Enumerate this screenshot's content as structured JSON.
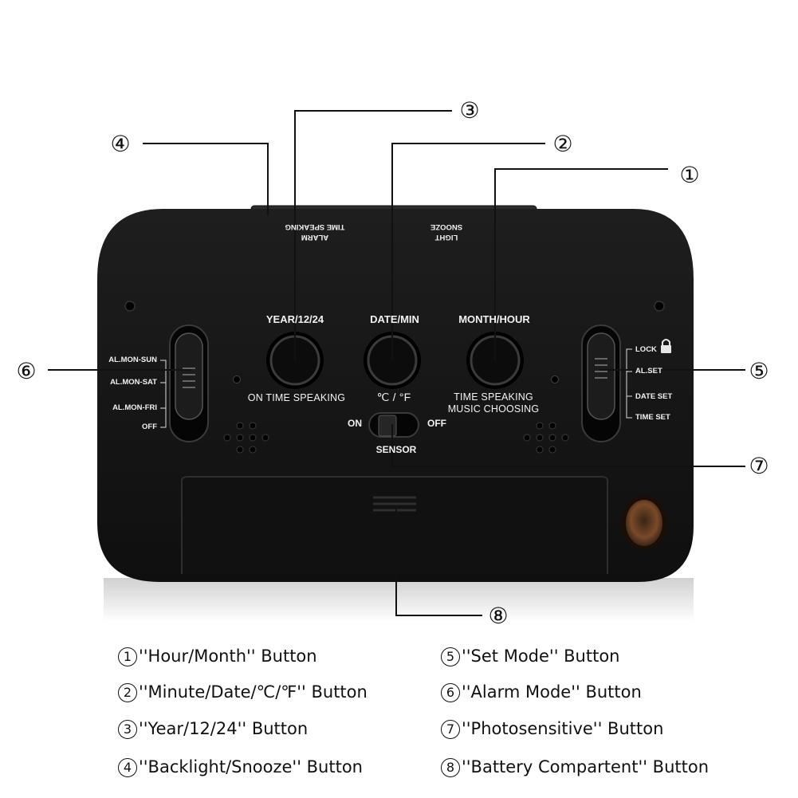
{
  "top_panel": {
    "left_line1": "TIME SPEAKING",
    "left_line2": "ALARM",
    "right_line1": "SNOOZE",
    "right_line2": "LIGHT"
  },
  "buttons": {
    "year_label": "YEAR/12/24",
    "date_label": "DATE/MIN",
    "month_label": "MONTH/HOUR",
    "year_func": "ON TIME SPEAKING",
    "date_func": "℃ / °F",
    "month_func_line1": "TIME SPEAKING",
    "month_func_line2": "MUSIC CHOOSING"
  },
  "sensor": {
    "on": "ON",
    "off": "OFF",
    "label": "SENSOR"
  },
  "alarm_switch": [
    "AL.MON-SUN",
    "AL.MON-SAT",
    "AL.MON-FRI",
    "OFF"
  ],
  "set_switch": [
    "LOCK",
    "AL.SET",
    "DATE SET",
    "TIME SET"
  ],
  "callouts": [
    "①",
    "②",
    "③",
    "④",
    "⑤",
    "⑥",
    "⑦",
    "⑧"
  ],
  "legend": [
    {
      "num": "1",
      "text": "''Hour/Month'' Button"
    },
    {
      "num": "2",
      "text": "''Minute/Date/℃/℉'' Button"
    },
    {
      "num": "3",
      "text": "''Year/12/24'' Button"
    },
    {
      "num": "4",
      "text": "''Backlight/Snooze'' Button"
    },
    {
      "num": "5",
      "text": "''Set Mode'' Button"
    },
    {
      "num": "6",
      "text": "''Alarm Mode'' Button"
    },
    {
      "num": "7",
      "text": "''Photosensitive'' Button"
    },
    {
      "num": "8",
      "text": "''Battery Compartent'' Button"
    }
  ],
  "colors": {
    "body": "#161616",
    "panel": "#2a2a2a",
    "line": "#111111",
    "text_on_device": "#f2f2f2"
  }
}
